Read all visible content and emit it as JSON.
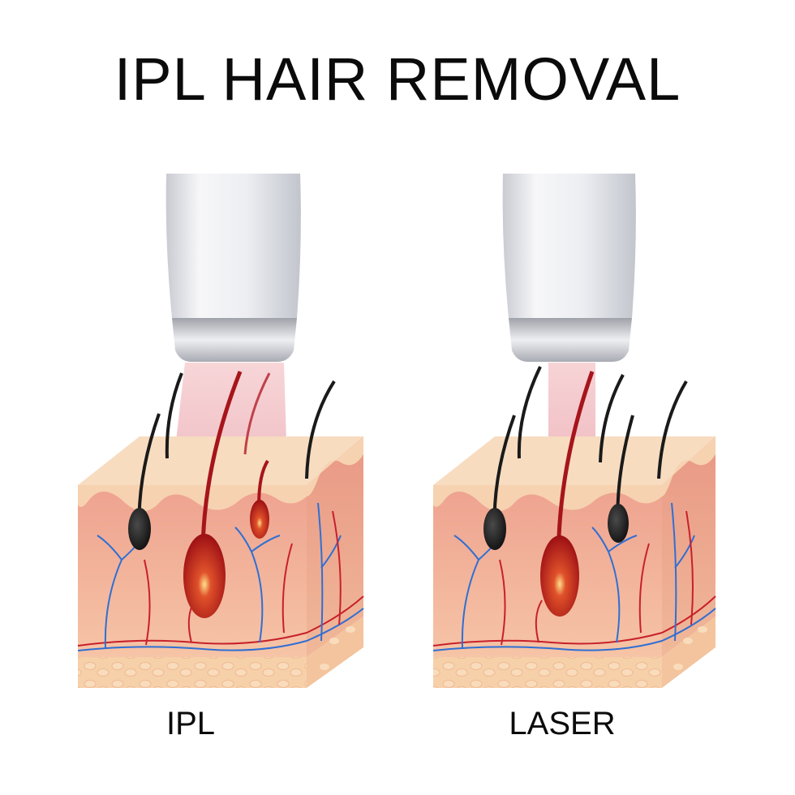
{
  "title": "IPL HAIR REMOVAL",
  "panels": [
    {
      "caption": "IPL"
    },
    {
      "caption": "LASER"
    }
  ],
  "colors": {
    "device_body": "#e6e7ec",
    "device_ring": "#b9bcc2",
    "light_beam": "#e9a7ad",
    "epidermis": "#f6d2b0",
    "dermis": "#f2b49b",
    "fat_layer": "#f5cfa9",
    "hair": "#1a1a1a",
    "heated_follicle": "#a6151b",
    "artery": "#c8202a",
    "vein": "#2f6fd3"
  }
}
